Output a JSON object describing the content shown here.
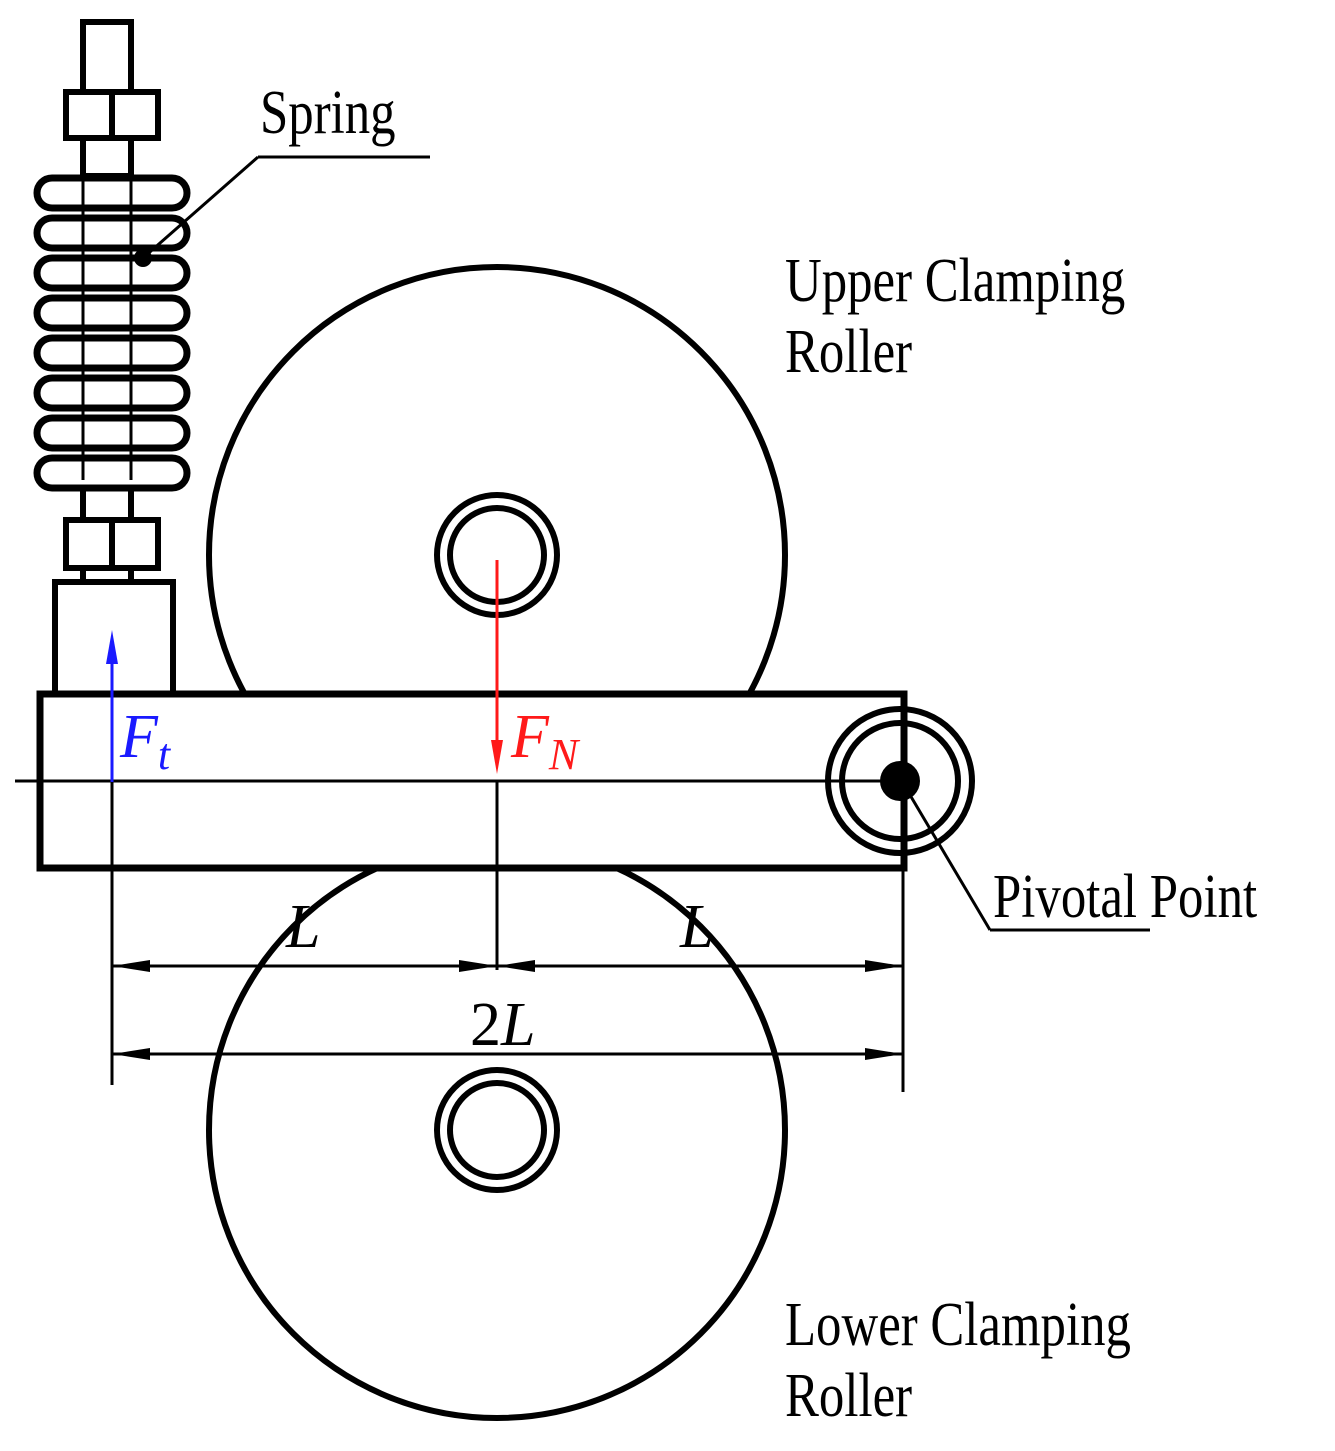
{
  "labels": {
    "spring": "Spring",
    "upper_roller_line1": "Upper Clamping",
    "upper_roller_line2": "Roller",
    "lower_roller_line1": "Lower Clamping",
    "lower_roller_line2": "Roller",
    "pivot": "Pivotal Point"
  },
  "forces": {
    "tension": {
      "symbol": "F",
      "subscript": "t",
      "color": "#1a1aff"
    },
    "normal": {
      "symbol": "F",
      "subscript": "N",
      "color": "#ff1a1a"
    }
  },
  "dimensions": {
    "left_span": "L",
    "right_span": "L",
    "total_span": "2L"
  }
}
